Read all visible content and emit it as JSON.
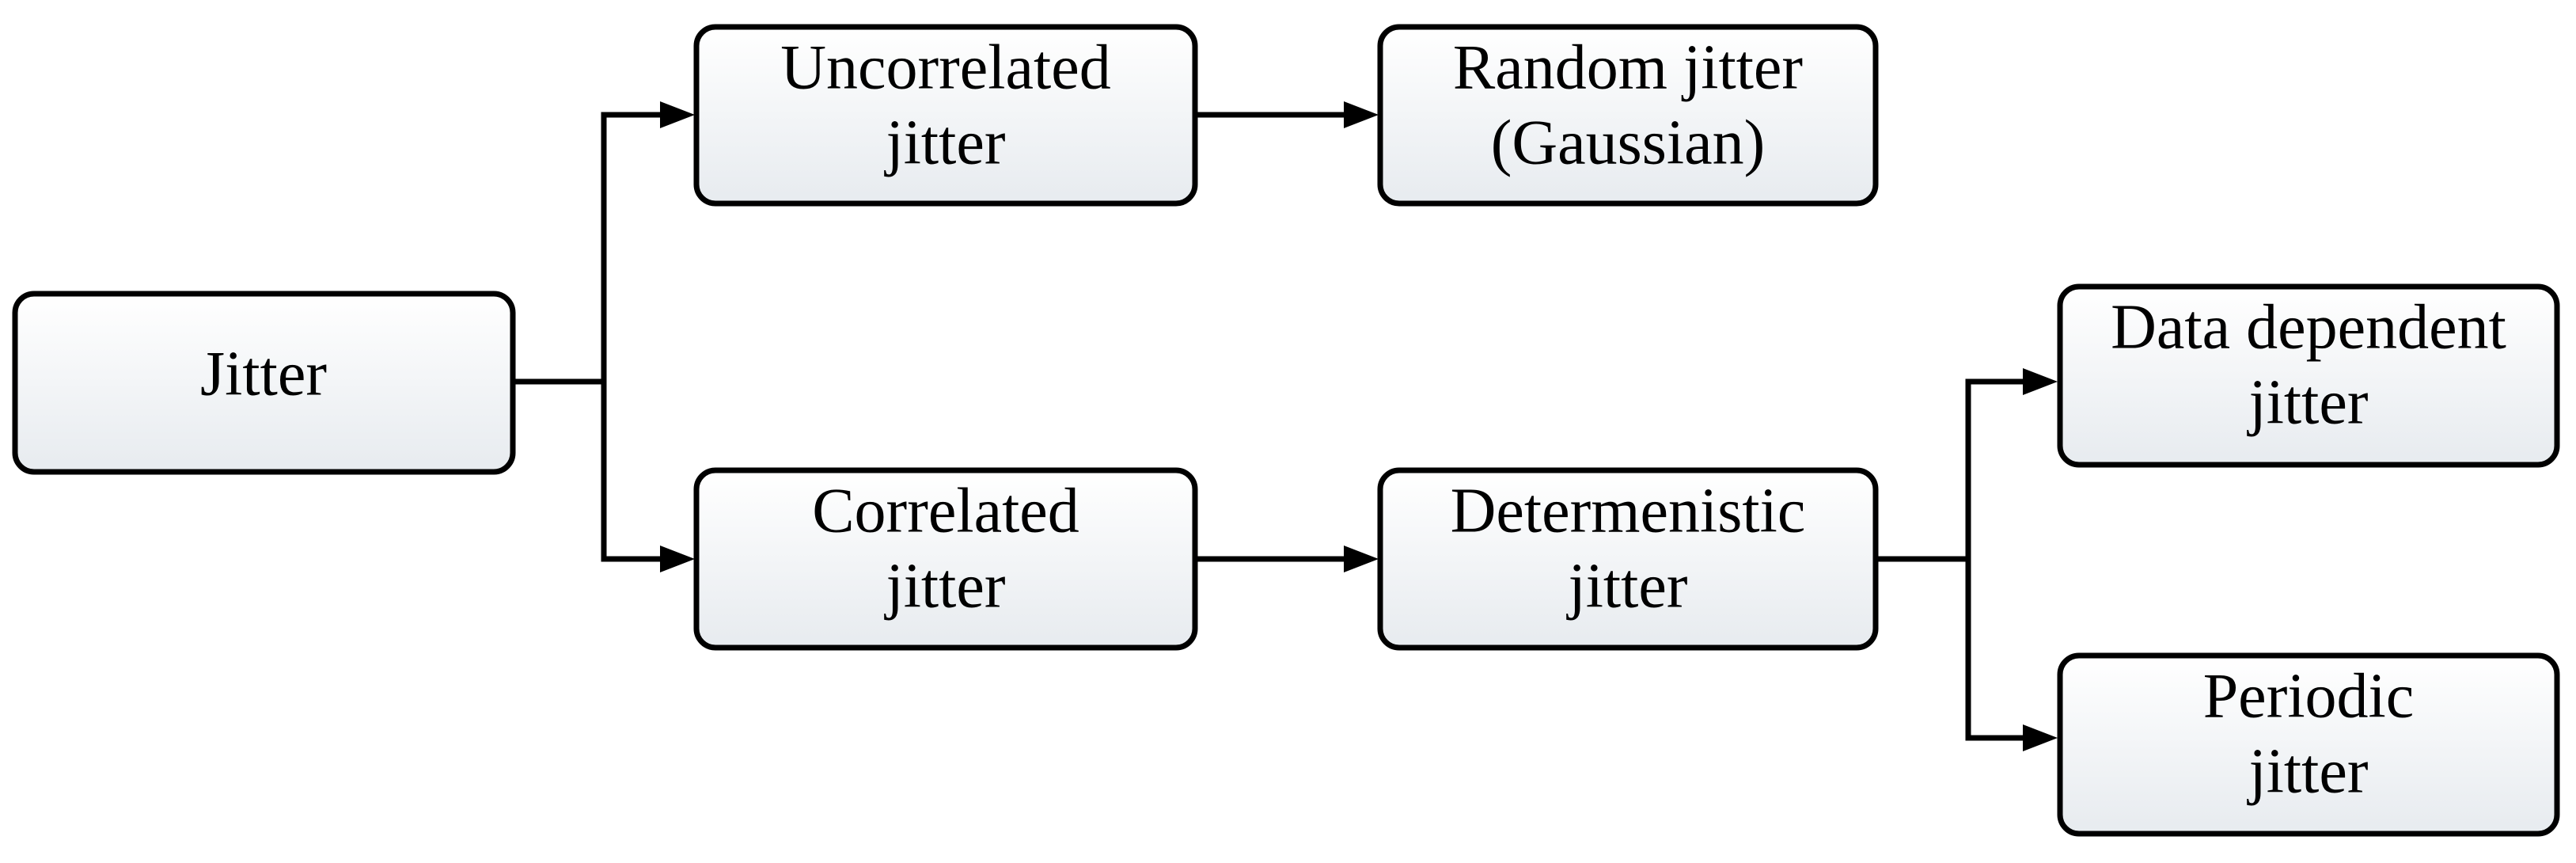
{
  "diagram": {
    "nodes": {
      "jitter": {
        "lines": [
          "Jitter"
        ]
      },
      "uncorrelated": {
        "lines": [
          "Uncorrelated",
          "jitter"
        ]
      },
      "random": {
        "lines": [
          "Random jitter",
          "(Gaussian)"
        ]
      },
      "correlated": {
        "lines": [
          "Correlated",
          "jitter"
        ]
      },
      "deterministic": {
        "lines": [
          "Determenistic",
          "jitter"
        ]
      },
      "data_dependent": {
        "lines": [
          "Data dependent",
          "jitter"
        ]
      },
      "periodic": {
        "lines": [
          "Periodic",
          "jitter"
        ]
      }
    },
    "edges": [
      {
        "from": "jitter",
        "to": "uncorrelated"
      },
      {
        "from": "jitter",
        "to": "correlated"
      },
      {
        "from": "uncorrelated",
        "to": "random"
      },
      {
        "from": "correlated",
        "to": "deterministic"
      },
      {
        "from": "deterministic",
        "to": "data_dependent"
      },
      {
        "from": "deterministic",
        "to": "periodic"
      }
    ],
    "colors": {
      "box_fill_top": "#ffffff",
      "box_fill_bottom": "#e7ebef",
      "stroke": "#000000"
    }
  }
}
